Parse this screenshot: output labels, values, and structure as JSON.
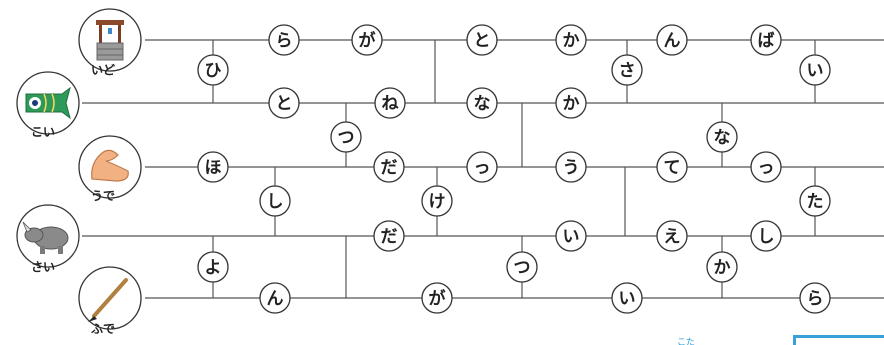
{
  "starts": [
    {
      "label": "いど",
      "icon": "well-icon"
    },
    {
      "label": "こい",
      "icon": "carp-streamer-icon"
    },
    {
      "label": "うで",
      "icon": "arm-muscle-icon"
    },
    {
      "label": "さい",
      "icon": "rhino-icon"
    },
    {
      "label": "ふで",
      "icon": "brush-icon"
    }
  ],
  "chars": [
    {
      "t": "ら"
    },
    {
      "t": "が"
    },
    {
      "t": "と"
    },
    {
      "t": "か"
    },
    {
      "t": "ん"
    },
    {
      "t": "ば"
    },
    {
      "t": "ひ"
    },
    {
      "t": "さ"
    },
    {
      "t": "い"
    },
    {
      "t": "と"
    },
    {
      "t": "ね"
    },
    {
      "t": "な"
    },
    {
      "t": "か"
    },
    {
      "t": "つ"
    },
    {
      "t": "な"
    },
    {
      "t": "ほ"
    },
    {
      "t": "だ"
    },
    {
      "t": "っ"
    },
    {
      "t": "う"
    },
    {
      "t": "て"
    },
    {
      "t": "っ"
    },
    {
      "t": "し"
    },
    {
      "t": "け"
    },
    {
      "t": "た"
    },
    {
      "t": "だ"
    },
    {
      "t": "い"
    },
    {
      "t": "え"
    },
    {
      "t": "し"
    },
    {
      "t": "よ"
    },
    {
      "t": "つ"
    },
    {
      "t": "か"
    },
    {
      "t": "ん"
    },
    {
      "t": "が"
    },
    {
      "t": "い"
    },
    {
      "t": "ら"
    }
  ],
  "footer_fragment": "こた"
}
